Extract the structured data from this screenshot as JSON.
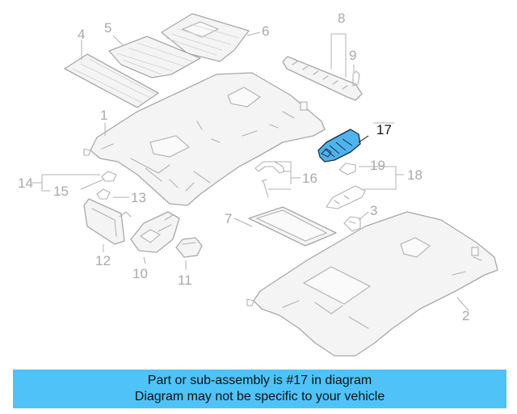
{
  "diagram": {
    "highlighted_part": "17",
    "callouts": [
      "1",
      "2",
      "3",
      "4",
      "5",
      "6",
      "7",
      "8",
      "9",
      "10",
      "11",
      "12",
      "13",
      "14",
      "15",
      "16",
      "17",
      "18",
      "19"
    ],
    "colors": {
      "highlight": "#4fb3ec",
      "linework": "#a8a8a8",
      "banner": "#4fc3f7"
    }
  },
  "banner": {
    "line1": "Part or sub-assembly is #17 in diagram",
    "line2": "Diagram may not be specific to your vehicle"
  }
}
